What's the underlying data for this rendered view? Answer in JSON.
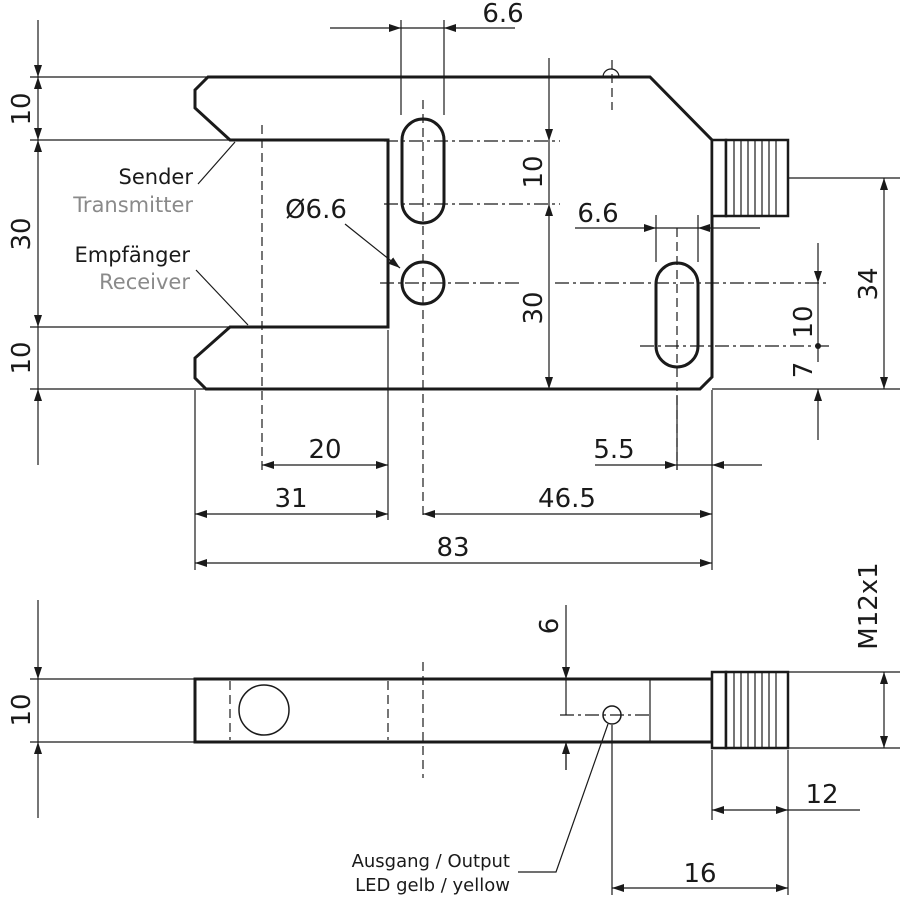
{
  "top_view": {
    "dims": {
      "slot_width_top": "6.6",
      "left_10_top": "10",
      "left_30": "30",
      "left_10_bottom": "10",
      "hole_dia": "Ø6.6",
      "right_10": "10",
      "right_30": "30",
      "slot_width_right": "6.6",
      "conn_10": "10",
      "conn_7": "7",
      "conn_34": "34",
      "bottom_20": "20",
      "bottom_5_5": "5.5",
      "bottom_31": "31",
      "bottom_46_5": "46.5",
      "bottom_83": "83"
    },
    "labels": {
      "sender": "Sender",
      "transmitter": "Transmitter",
      "empfaenger": "Empfänger",
      "receiver": "Receiver"
    }
  },
  "side_view": {
    "dims": {
      "height_10": "10",
      "led_6": "6",
      "thread": "M12x1",
      "thread_12": "12",
      "led_16": "16"
    },
    "labels": {
      "output_line1": "Ausgang / Output",
      "output_line2": "LED gelb / yellow"
    }
  }
}
